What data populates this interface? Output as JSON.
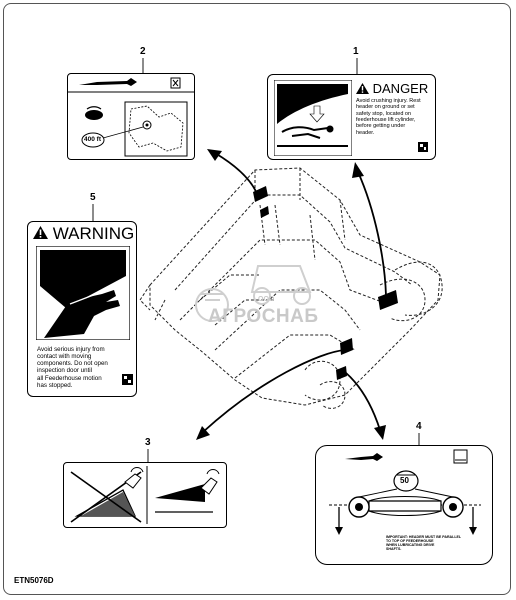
{
  "callouts": {
    "c1": "1",
    "c2": "2",
    "c3": "3",
    "c4": "4",
    "c5": "5"
  },
  "decal1": {
    "heading": "DANGER",
    "lines": [
      "Avoid crushing injury. Rest",
      "header on ground or set",
      "safety stop, located on",
      "feederhouse lift cylinder,",
      "before getting under",
      "header."
    ]
  },
  "decal2": {
    "pressure_label": "400 ft"
  },
  "decal5": {
    "heading": "WARNING",
    "lines": [
      "Avoid serious injury from",
      "contact with moving",
      "components. Do not open",
      "inspection door until",
      "all Feederhouse motion",
      "has stopped."
    ]
  },
  "decal4": {
    "hours_label": "50",
    "note_lines": [
      "IMPORTANT: HEADER MUST BE PARALLEL",
      "TO TOP OF FEEDERHOUSE",
      "WHEN LUBRICATING DRIVE",
      "SHAFTS."
    ]
  },
  "watermark": {
    "small": "ООО",
    "brand": "АГРОСНАБ"
  },
  "reference_code": "ETN5076D",
  "colors": {
    "line": "#000000",
    "light_line": "#9a9a9a",
    "watermark": "#c9c9c9",
    "decal_fill": "#ffffff"
  }
}
